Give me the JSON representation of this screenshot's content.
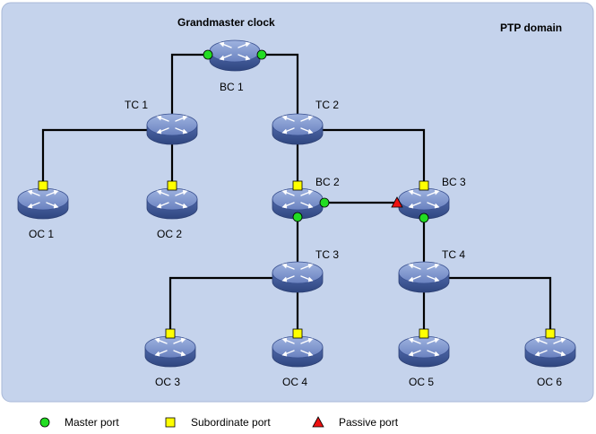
{
  "domain_label": "PTP domain",
  "gm_label": "Grandmaster clock",
  "nodes": [
    {
      "id": "bc1",
      "label": "BC 1"
    },
    {
      "id": "tc1",
      "label": "TC 1"
    },
    {
      "id": "tc2",
      "label": "TC 2"
    },
    {
      "id": "oc1",
      "label": "OC 1"
    },
    {
      "id": "oc2",
      "label": "OC 2"
    },
    {
      "id": "bc2",
      "label": "BC 2"
    },
    {
      "id": "bc3",
      "label": "BC 3"
    },
    {
      "id": "tc3",
      "label": "TC 3"
    },
    {
      "id": "tc4",
      "label": "TC 4"
    },
    {
      "id": "oc3",
      "label": "OC 3"
    },
    {
      "id": "oc4",
      "label": "OC 4"
    },
    {
      "id": "oc5",
      "label": "OC 5"
    },
    {
      "id": "oc6",
      "label": "OC 6"
    }
  ],
  "legend": {
    "master": "Master port",
    "subordinate": "Subordinate port",
    "passive": "Passive port"
  },
  "colors": {
    "domain_fill": "#c5d3ec",
    "master": "#22dd22",
    "subordinate": "#ffff00",
    "passive": "#ee1111",
    "device": "#5c75b4"
  }
}
